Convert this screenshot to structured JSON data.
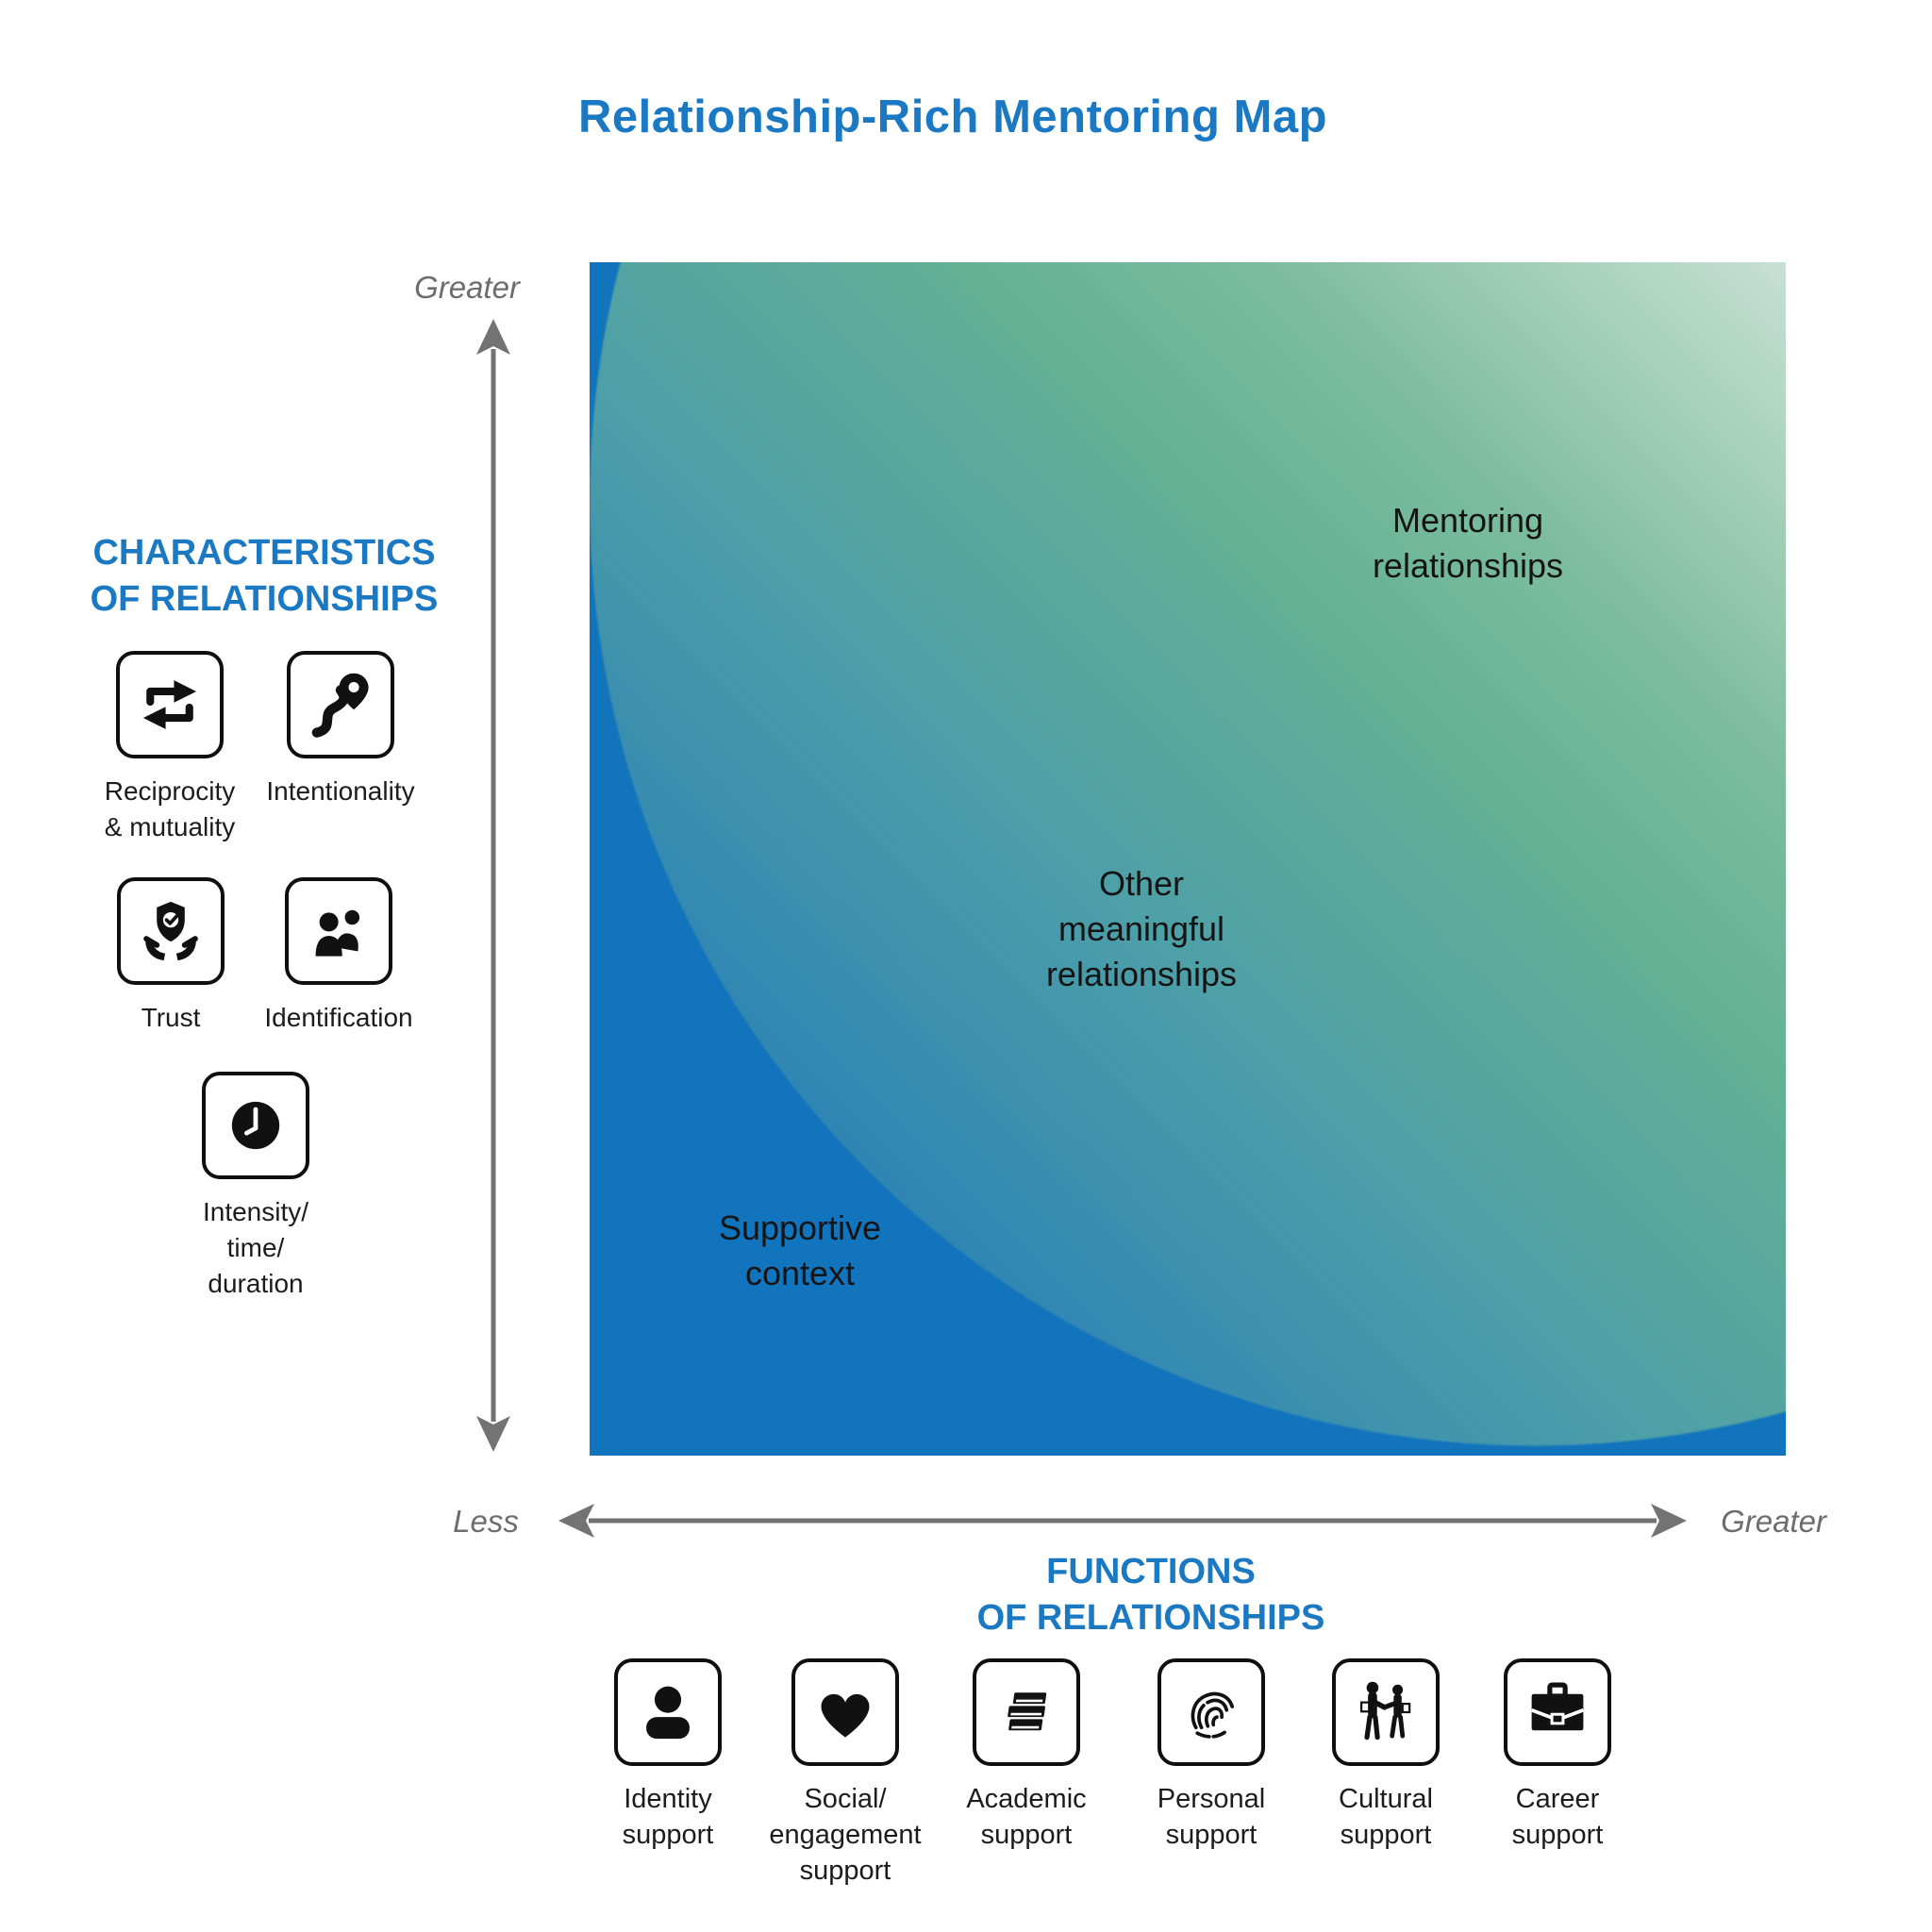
{
  "title": "Relationship-Rich Mentoring Map",
  "y_axis": {
    "heading": "CHARACTERISTICS\nOF RELATIONSHIPS",
    "top_label": "Greater"
  },
  "x_axis": {
    "heading": "FUNCTIONS\nOF RELATIONSHIPS",
    "left_label": "Less",
    "right_label": "Greater"
  },
  "regions": [
    {
      "name": "mentoring-relationships",
      "label": "Mentoring\nrelationships"
    },
    {
      "name": "other-meaningful-relationships",
      "label": "Other\nmeaningful\nrelationships"
    },
    {
      "name": "supportive-context",
      "label": "Supportive\ncontext"
    }
  ],
  "characteristics": [
    {
      "icon": "reciprocity-arrows-icon",
      "label": "Reciprocity\n& mutuality"
    },
    {
      "icon": "route-pin-icon",
      "label": "Intentionality"
    },
    {
      "icon": "hands-shield-icon",
      "label": "Trust"
    },
    {
      "icon": "two-people-icon",
      "label": "Identification"
    },
    {
      "icon": "clock-icon",
      "label": "Intensity/\ntime/\nduration"
    }
  ],
  "functions": [
    {
      "icon": "person-icon",
      "label": "Identity\nsupport"
    },
    {
      "icon": "heart-icon",
      "label": "Social/\nengagement\nsupport"
    },
    {
      "icon": "books-icon",
      "label": "Academic\nsupport"
    },
    {
      "icon": "fingerprint-icon",
      "label": "Personal\nsupport"
    },
    {
      "icon": "handshake-people-icon",
      "label": "Cultural\nsupport"
    },
    {
      "icon": "briefcase-icon",
      "label": "Career\nsupport"
    }
  ],
  "colors": {
    "heading_blue": "#1b79c4",
    "map_solid_blue": "#1174bd",
    "map_light_green": "#c8e0d4",
    "map_mid_green": "#6db795",
    "map_teal": "#4d9fa8",
    "axis_gray": "#6d6d6d",
    "icon_black": "#111111"
  }
}
